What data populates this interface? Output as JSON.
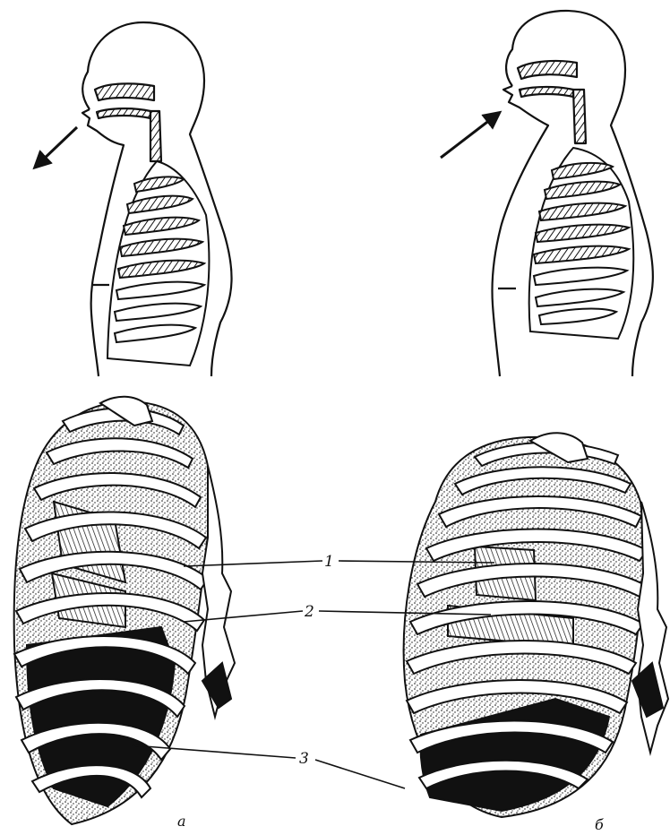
{
  "labels": {
    "numbers": {
      "one": "1",
      "two": "2",
      "three": "3"
    },
    "panel_a": "а",
    "panel_b": "б"
  },
  "colors": {
    "ink": "#111111",
    "paper": "#ffffff",
    "stipple": "#9a9a9a"
  },
  "panels": [
    {
      "id": "a",
      "airflow": "out"
    },
    {
      "id": "b",
      "airflow": "in"
    }
  ]
}
